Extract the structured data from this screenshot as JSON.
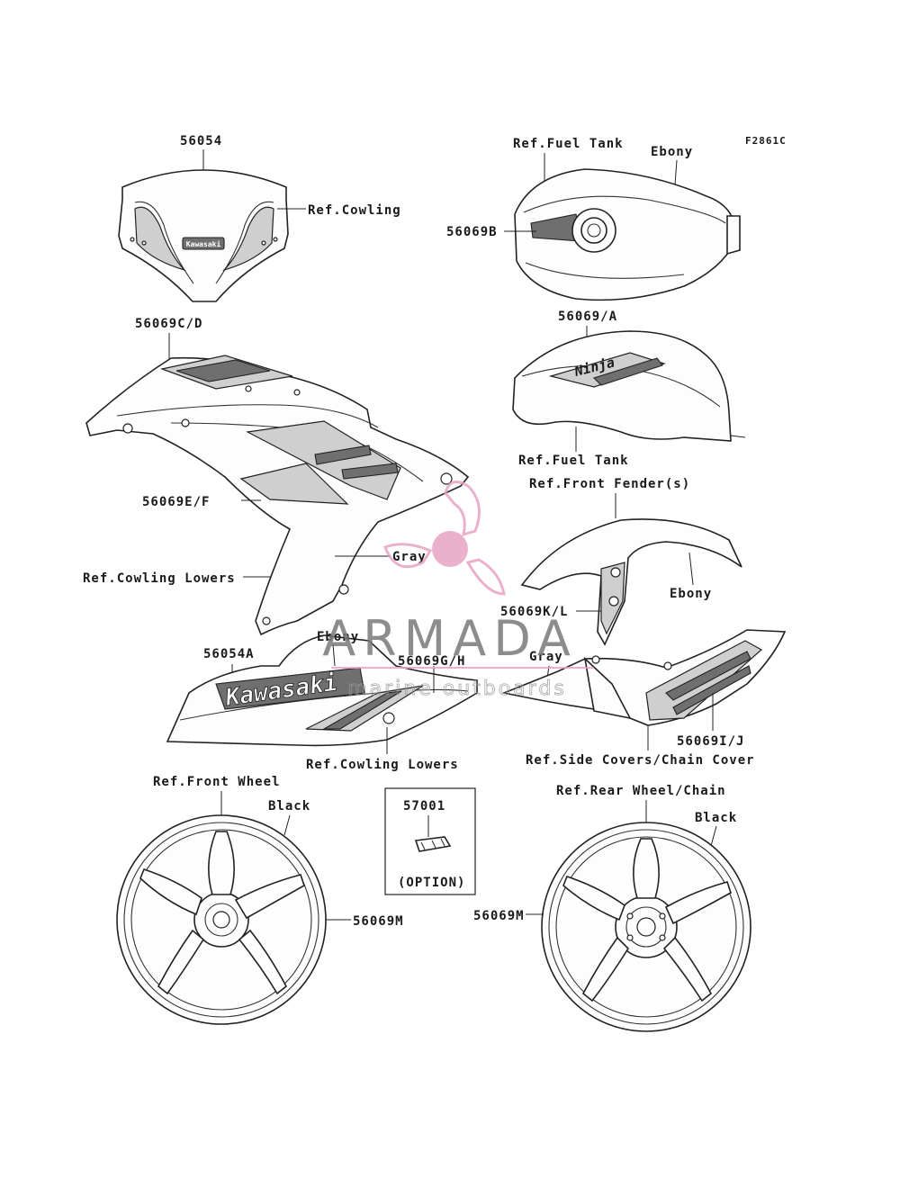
{
  "figure_code": "F2861C",
  "parts": {
    "windscreen": {
      "part_no": "56054",
      "ref": "Ref.Cowling",
      "badge": "Kawasaki"
    },
    "tank_top": {
      "ref": "Ref.Fuel Tank",
      "color": "Ebony",
      "part_no": "56069B"
    },
    "tank_side": {
      "part_no": "56069/A",
      "ref": "Ref.Fuel Tank",
      "badge": "Ninja"
    },
    "cowling_upper": {
      "part_no_1": "56069C/D",
      "part_no_2": "56069E/F",
      "ref": "Ref.Cowling Lowers",
      "color": "Gray"
    },
    "front_fender": {
      "ref": "Ref.Front Fender(s)",
      "color": "Ebony",
      "part_no": "56069K/L"
    },
    "cowling_lower": {
      "part_no_1": "56054A",
      "color": "Ebony",
      "part_no_2": "56069G/H",
      "ref": "Ref.Cowling Lowers",
      "badge": "Kawasaki"
    },
    "side_cover": {
      "color": "Gray",
      "part_no": "56069I/J",
      "ref": "Ref.Side Covers/Chain Cover"
    },
    "front_wheel": {
      "ref": "Ref.Front Wheel",
      "color": "Black",
      "part_no": "56069M"
    },
    "option_box": {
      "part_no": "57001",
      "note": "(OPTION)"
    },
    "rear_wheel": {
      "ref": "Ref.Rear Wheel/Chain",
      "color": "Black",
      "part_no": "56069M"
    }
  },
  "watermark": {
    "brand": "ARMADA",
    "tagline": "marine outboards",
    "color": "#e8a4c4"
  }
}
